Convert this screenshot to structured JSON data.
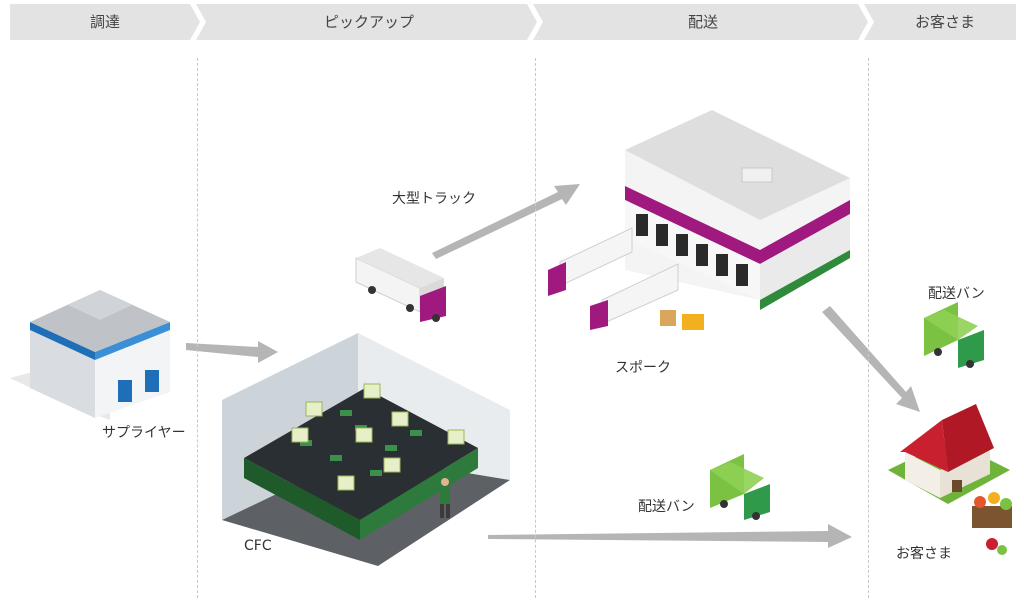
{
  "stages": [
    {
      "label": "調達"
    },
    {
      "label": "ピックアップ"
    },
    {
      "label": "配送"
    },
    {
      "label": "お客さま"
    }
  ],
  "labels": {
    "large_truck": "大型トラック",
    "supplier": "サプライヤー",
    "cfc": "CFC",
    "spoke": "スポーク",
    "delivery_van_top": "配送バン",
    "delivery_van_bottom": "配送バン",
    "customer": "お客さま"
  },
  "colors": {
    "header_bg": "#e3e3e3",
    "accent_magenta": "#a0197f",
    "van_green": "#7cc242",
    "cfc_green": "#1f5a2b",
    "arrow_grey": "#b5b5b5",
    "supplier_blue": "#1f6fb8"
  }
}
